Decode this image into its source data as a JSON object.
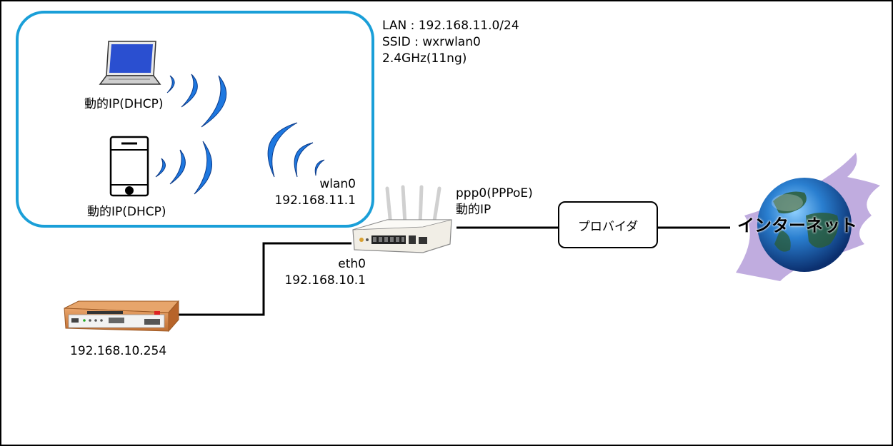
{
  "lan_info": {
    "line1": "LAN : 192.168.11.0/24",
    "line2": "SSID : wxrwlan0",
    "line3": "2.4GHz(11ng)"
  },
  "laptop": {
    "label": "動的IP(DHCP)",
    "icon": "laptop-icon"
  },
  "phone": {
    "label": "動的IP(DHCP)",
    "icon": "smartphone-icon"
  },
  "wlan": {
    "name": "wlan0",
    "ip": "192.168.11.1"
  },
  "router": {
    "icon": "router-icon"
  },
  "eth": {
    "name": "eth0",
    "ip": "192.168.10.1"
  },
  "ppp": {
    "name": "ppp0(PPPoE)",
    "ip": "動的IP"
  },
  "provider": {
    "label": "プロバイダ"
  },
  "internet": {
    "label": "インターネット",
    "icon": "globe-icon"
  },
  "lan_device": {
    "ip": "192.168.10.254",
    "icon": "rack-router-icon"
  },
  "colors": {
    "wlan_frame": "#1a9fd8",
    "wave": "#1e78e0",
    "device_orange": "#d98a4a",
    "globe": "#1a5fb4",
    "globe_splash": "#b9a3dc"
  }
}
